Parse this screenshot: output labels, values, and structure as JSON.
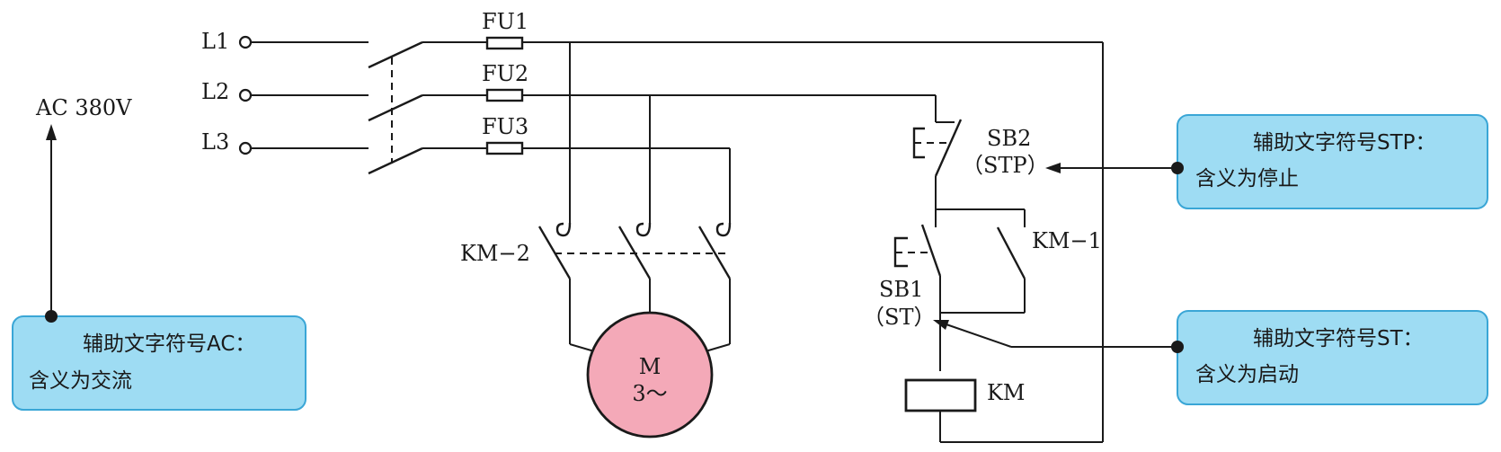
{
  "labels": {
    "l1": "L1",
    "l2": "L2",
    "l3": "L3",
    "ac": "AC  380V",
    "fu1": "FU1",
    "fu2": "FU2",
    "fu3": "FU3",
    "km2": "KM−2",
    "km1": "KM−1",
    "sb2": "SB2",
    "stp": "（STP）",
    "sb1": "SB1",
    "st": "（ST）",
    "km": "KM",
    "motor_m": "M",
    "motor_phase": "3～"
  },
  "callouts": {
    "ac": {
      "line1": "辅助文字符号AC：",
      "line2": "含义为交流"
    },
    "stp": {
      "line1": "辅助文字符号STP：",
      "line2": "含义为停止"
    },
    "st": {
      "line1": "辅助文字符号ST：",
      "line2": "含义为启动"
    }
  },
  "colors": {
    "callout_fill": "#9edcf3",
    "callout_border": "#3aa6d6",
    "motor_fill": "#f4a9b8"
  }
}
